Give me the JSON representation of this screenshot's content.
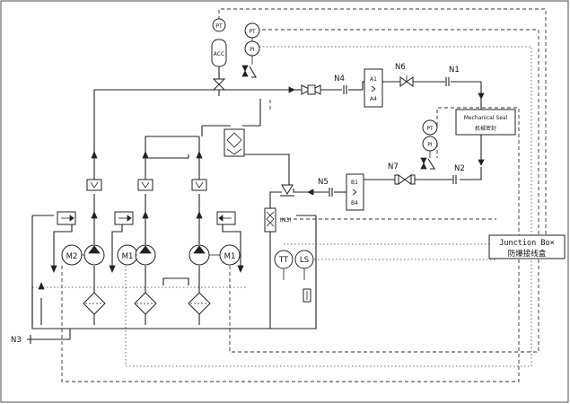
{
  "labels": {
    "n1": "N1",
    "n2": "N2",
    "n3": "N3",
    "n4": "N4",
    "n5": "N5",
    "n6": "N6",
    "n7": "N7",
    "pt": "PT",
    "pi": "PI",
    "acc": "ACC",
    "a1": "A1",
    "a4": "A4",
    "b1": "B1",
    "b4": "B4",
    "m1": "M1",
    "m2": "M2",
    "tt": "TT",
    "ls": "LS",
    "n3_tag": "(N3)",
    "mech_seal_en": "Mechanical Seal",
    "mech_seal_cn": "机械密封",
    "junction_en": "Junction Bo×",
    "junction_cn": "防爆接线盒"
  },
  "colors": {
    "line": "#222222",
    "dashed": "#333333",
    "background": "#ffffff"
  }
}
